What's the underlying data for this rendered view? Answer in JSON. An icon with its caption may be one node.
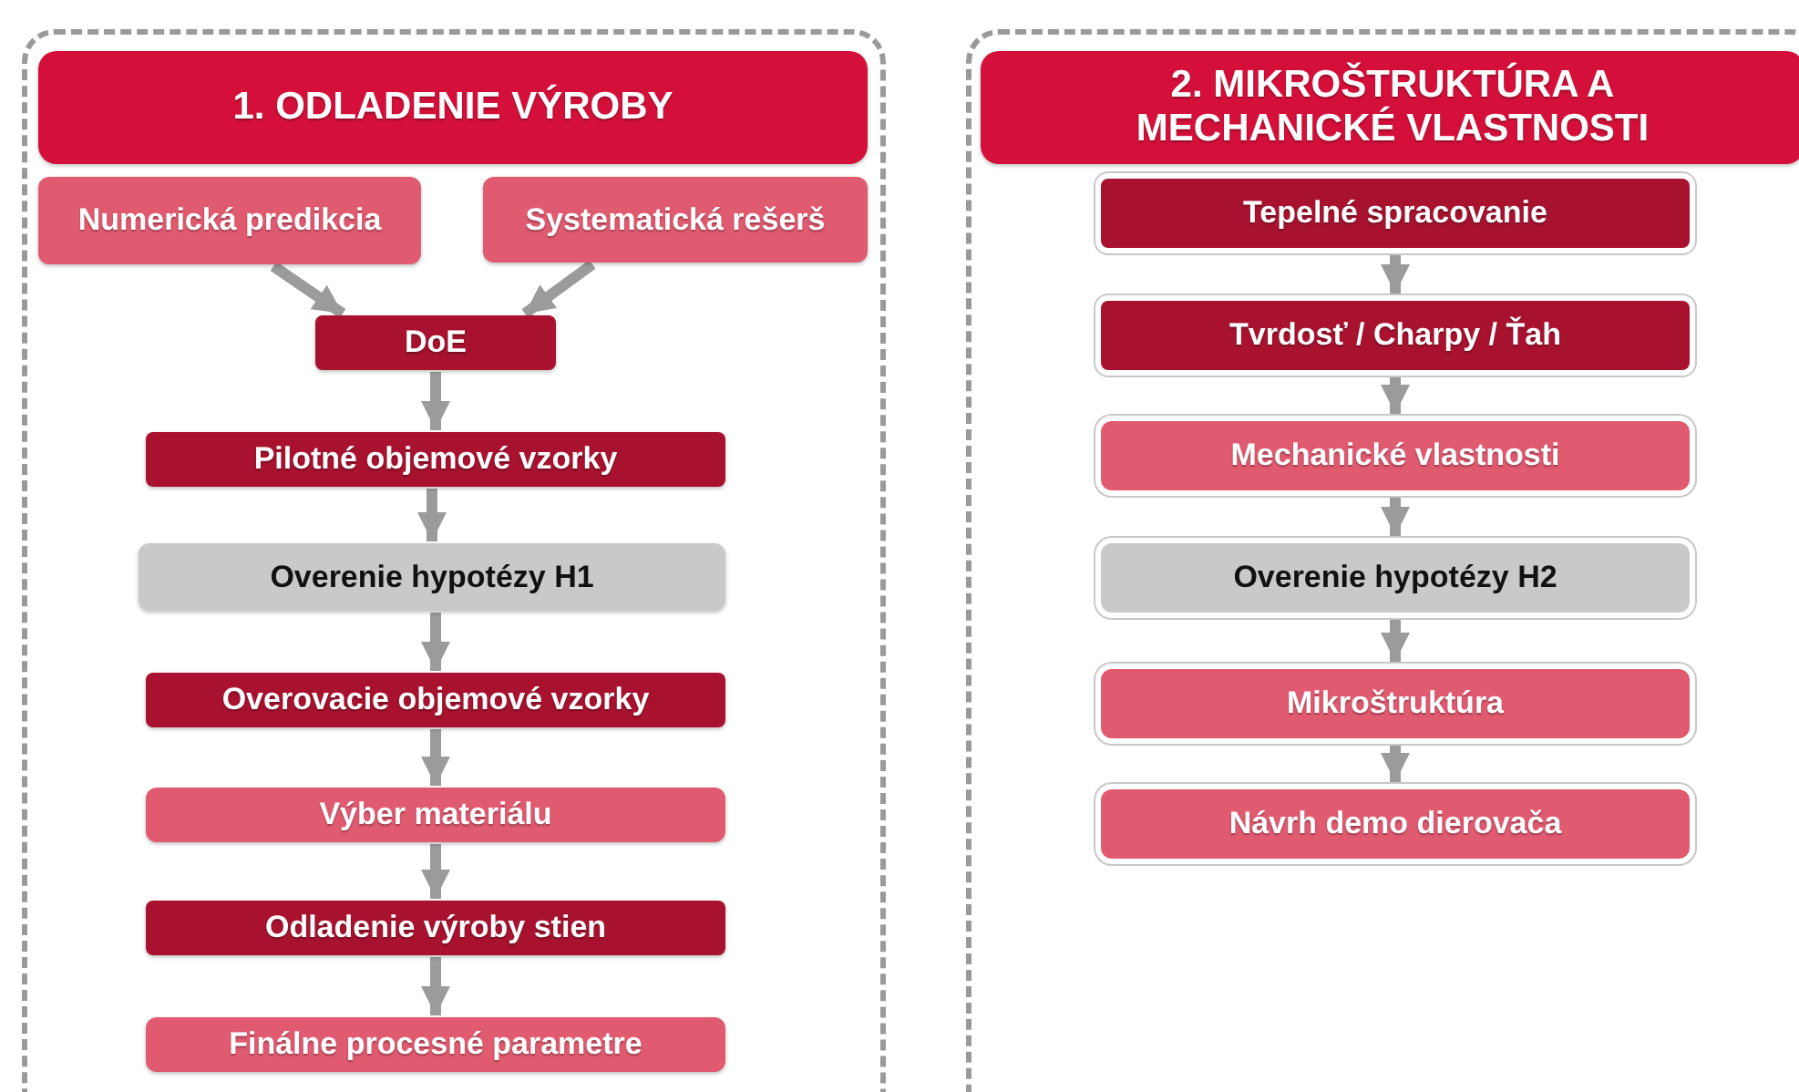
{
  "diagram": {
    "nodes": [
      {
        "text": [],
        "shape": "box"
      },
      {
        "text": [
          "1. ODLADENIE VÝROBY"
        ],
        "in": 0
      },
      {
        "text": [
          "Numerická predikcia"
        ],
        "in": 0
      },
      {
        "text": [
          "Systematická rešerš"
        ],
        "in": 0
      },
      {
        "text": [
          "DoE"
        ],
        "in": 0
      },
      {
        "text": [
          "Pilotné objemové vzorky"
        ],
        "in": 0
      },
      {
        "text": [
          "Overenie hypotézy H1"
        ],
        "in": 0
      },
      {
        "text": [
          "Overovacie objemové vzorky"
        ],
        "in": 0
      },
      {
        "text": [
          "Výber materiálu"
        ],
        "in": 0
      },
      {
        "text": [
          "Odladenie výroby stien"
        ],
        "in": 0
      },
      {
        "text": [
          "Finálne procesné parametre"
        ],
        "in": 0
      },
      {
        "text": [],
        "shape": "box"
      },
      {
        "text": [
          "2. MIKROŠTRUKTÚRA A MECHANICKÉ VLASTNOSTI"
        ],
        "in": 11
      },
      {
        "text": [
          "Tepelné spracovanie"
        ],
        "in": 11
      },
      {
        "text": [
          "Tvrdosť / Charpy / Ťah"
        ],
        "in": 11
      },
      {
        "text": [
          "Mechanické vlastnosti"
        ],
        "in": 11
      },
      {
        "text": [
          "Overenie hypotézy H2"
        ],
        "in": 11
      },
      {
        "text": [
          "Mikroštruktúra"
        ],
        "in": 11
      },
      {
        "text": [
          "Návrh demo dierovača"
        ],
        "in": 11
      }
    ],
    "edges": [
      {
        "from": 2,
        "to": 4,
        "arrow": "to"
      },
      {
        "from": 3,
        "to": 4,
        "arrow": "to"
      },
      {
        "from": 4,
        "to": 5,
        "arrow": "to"
      },
      {
        "from": 5,
        "to": 6,
        "arrow": "to"
      },
      {
        "from": 6,
        "to": 7,
        "arrow": "to"
      },
      {
        "from": 7,
        "to": 8,
        "arrow": "to"
      },
      {
        "from": 8,
        "to": 9,
        "arrow": "to"
      },
      {
        "from": 9,
        "to": 10,
        "arrow": "to"
      },
      {
        "from": 13,
        "to": 14,
        "arrow": "to"
      },
      {
        "from": 14,
        "to": 15,
        "arrow": "to"
      },
      {
        "from": 15,
        "to": 16,
        "arrow": "to"
      },
      {
        "from": 16,
        "to": 17,
        "arrow": "to"
      },
      {
        "from": 17,
        "to": 18,
        "arrow": "to"
      }
    ]
  }
}
